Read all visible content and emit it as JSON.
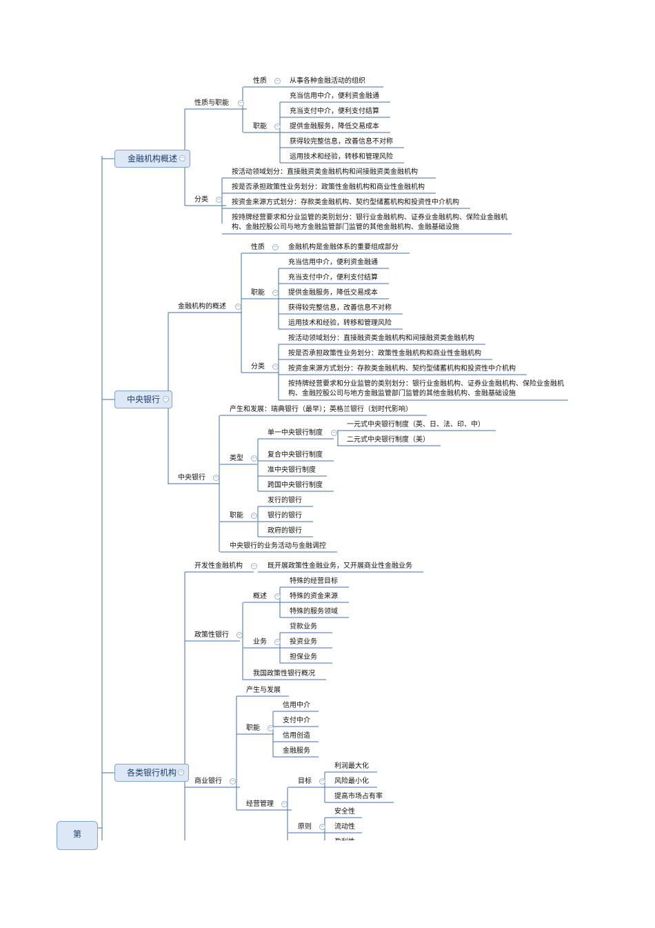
{
  "root": {
    "label": "第"
  },
  "branches": [
    {
      "label": "金融机构概述"
    },
    {
      "label": "中央银行"
    },
    {
      "label": "各类银行机构"
    }
  ],
  "nodes": [
    {
      "text": "性质与职能"
    },
    {
      "text": "性质"
    },
    {
      "text": "从事各种金融活动的组织"
    },
    {
      "text": "充当信用中介，便利资金融通"
    },
    {
      "text": "充当支付中介，便利支付结算"
    },
    {
      "text": "职能"
    },
    {
      "text": "提供金融服务，降低交易成本"
    },
    {
      "text": "获得较完整信息，改善信息不对称"
    },
    {
      "text": "运用技术和经验，转移和管理风险"
    },
    {
      "text": "按活动领域划分：直接融资类金融机构和间接融资类金融机构"
    },
    {
      "text": "按是否承担政策性业务划分：政策性金融机构和商业性金融机构"
    },
    {
      "text": "分类"
    },
    {
      "text": "按资金来源方式划分：存款类金融机构、契约型储蓄机构和投资性中介机构"
    },
    {
      "text": "按持牌经营要求和分业监管的类别划分：银行业金融机构、证券业金融机构、保险业金融机构、金融控股公司与地方金融监管部门监管的其他金融机构、金融基础设施"
    },
    {
      "text": "性质"
    },
    {
      "text": "金融机构是金融体系的重要组成部分"
    },
    {
      "text": "充当信用中介，便利资金融通"
    },
    {
      "text": "充当支付中介，便利支付结算"
    },
    {
      "text": "职能"
    },
    {
      "text": "提供金融服务，降低交易成本"
    },
    {
      "text": "金融机构的概述"
    },
    {
      "text": "获得较完整信息，改善信息不对称"
    },
    {
      "text": "运用技术和经验，转移和管理风险"
    },
    {
      "text": "按活动领域划分：直接融资类金融机构和间接融资类金融机构"
    },
    {
      "text": "按是否承担政策性业务划分：政策性金融机构和商业性金融机构"
    },
    {
      "text": "分类"
    },
    {
      "text": "按资金来源方式划分：存款类金融机构、契约型储蓄机构和投资性中介机构"
    },
    {
      "text": "按持牌经营要求和分业监管的类别划分：银行业金融机构、证券业金融机构、保险业金融机构、金融控股公司与地方金融监管部门监管的其他金融机构、金融基础设施"
    },
    {
      "text": "产生和发展：瑞典银行（最早）；英格兰银行（划时代影响）"
    },
    {
      "text": "单一中央银行制度"
    },
    {
      "text": "一元式中央银行制度（英、日、法、印、中）"
    },
    {
      "text": "二元式中央银行制度（美）"
    },
    {
      "text": "类型"
    },
    {
      "text": "复合中央银行制度"
    },
    {
      "text": "中央银行"
    },
    {
      "text": "准中央银行制度"
    },
    {
      "text": "跨国中央银行制度"
    },
    {
      "text": "发行的银行"
    },
    {
      "text": "职能"
    },
    {
      "text": "银行的银行"
    },
    {
      "text": "政府的银行"
    },
    {
      "text": "中央银行的业务活动与金融调控"
    },
    {
      "text": "开发性金融机构"
    },
    {
      "text": "既开展政策性金融业务，又开展商业性金融业务"
    },
    {
      "text": "特殊的经营目标"
    },
    {
      "text": "概述"
    },
    {
      "text": "特殊的资金来源"
    },
    {
      "text": "特殊的服务领域"
    },
    {
      "text": "贷款业务"
    },
    {
      "text": "政策性银行"
    },
    {
      "text": "业务"
    },
    {
      "text": "投资业务"
    },
    {
      "text": "担保业务"
    },
    {
      "text": "我国政策性银行概况"
    },
    {
      "text": "产生与发展"
    },
    {
      "text": "信用中介"
    },
    {
      "text": "支付中介"
    },
    {
      "text": "职能"
    },
    {
      "text": "信用创造"
    },
    {
      "text": "金融服务"
    },
    {
      "text": "利润最大化"
    },
    {
      "text": "商业银行"
    },
    {
      "text": "目标"
    },
    {
      "text": "风险最小化"
    },
    {
      "text": "提高市场占有率"
    },
    {
      "text": "经营管理"
    },
    {
      "text": "安全性"
    },
    {
      "text": "原则"
    },
    {
      "text": "流动性"
    },
    {
      "text": "盈利性"
    }
  ]
}
